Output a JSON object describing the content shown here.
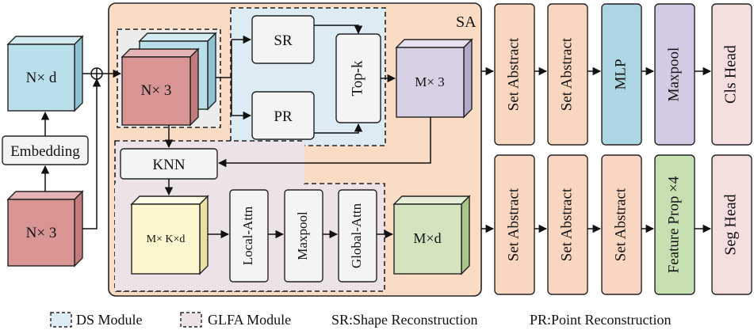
{
  "input_feature_cube": "N× d",
  "embedding": "Embedding",
  "input_points_cube": "N× 3",
  "sa": {
    "title": "SA",
    "sampled_cube": "N× 3",
    "sr": "SR",
    "pr": "PR",
    "topk": "Top-k",
    "selected_cube": "M× 3",
    "knn": "KNN",
    "neighbor_cube": "M× K×d",
    "local_attn": "Local-Attn",
    "maxpool": "Maxpool",
    "global_attn": "Global-Attn",
    "output_cube": "M×d"
  },
  "cls_branch": {
    "blocks": [
      "Set Abstract",
      "Set Abstract",
      "MLP",
      "Maxpool"
    ],
    "head": "Cls Head"
  },
  "seg_branch": {
    "blocks": [
      "Set Abstract",
      "Set Abstract",
      "Set Abstract",
      "Feature Prop ×4"
    ],
    "head": "Seg Head"
  },
  "legend": {
    "ds": "DS Module",
    "glfa": "GLFA Module",
    "sr": "SR:Shape Reconstruction",
    "pr": "PR:Point Reconstruction"
  },
  "colors": {
    "sa_bg": "#fadcc4",
    "ds_bg": "#dcebf4",
    "glfa_bg": "#ece3e8",
    "cube_blue": "#b9dfea",
    "cube_red": "#d99494",
    "cube_purple": "#d8d1e6",
    "cube_yellow": "#fdf6cf",
    "cube_green": "#d3e4bf",
    "block_orange": "#f8d6c0",
    "block_blue": "#add6e4",
    "block_purple": "#d3cbe4",
    "block_green": "#c6e0b2",
    "block_pink": "#f5dede",
    "white_box": "#f4f4f4"
  }
}
